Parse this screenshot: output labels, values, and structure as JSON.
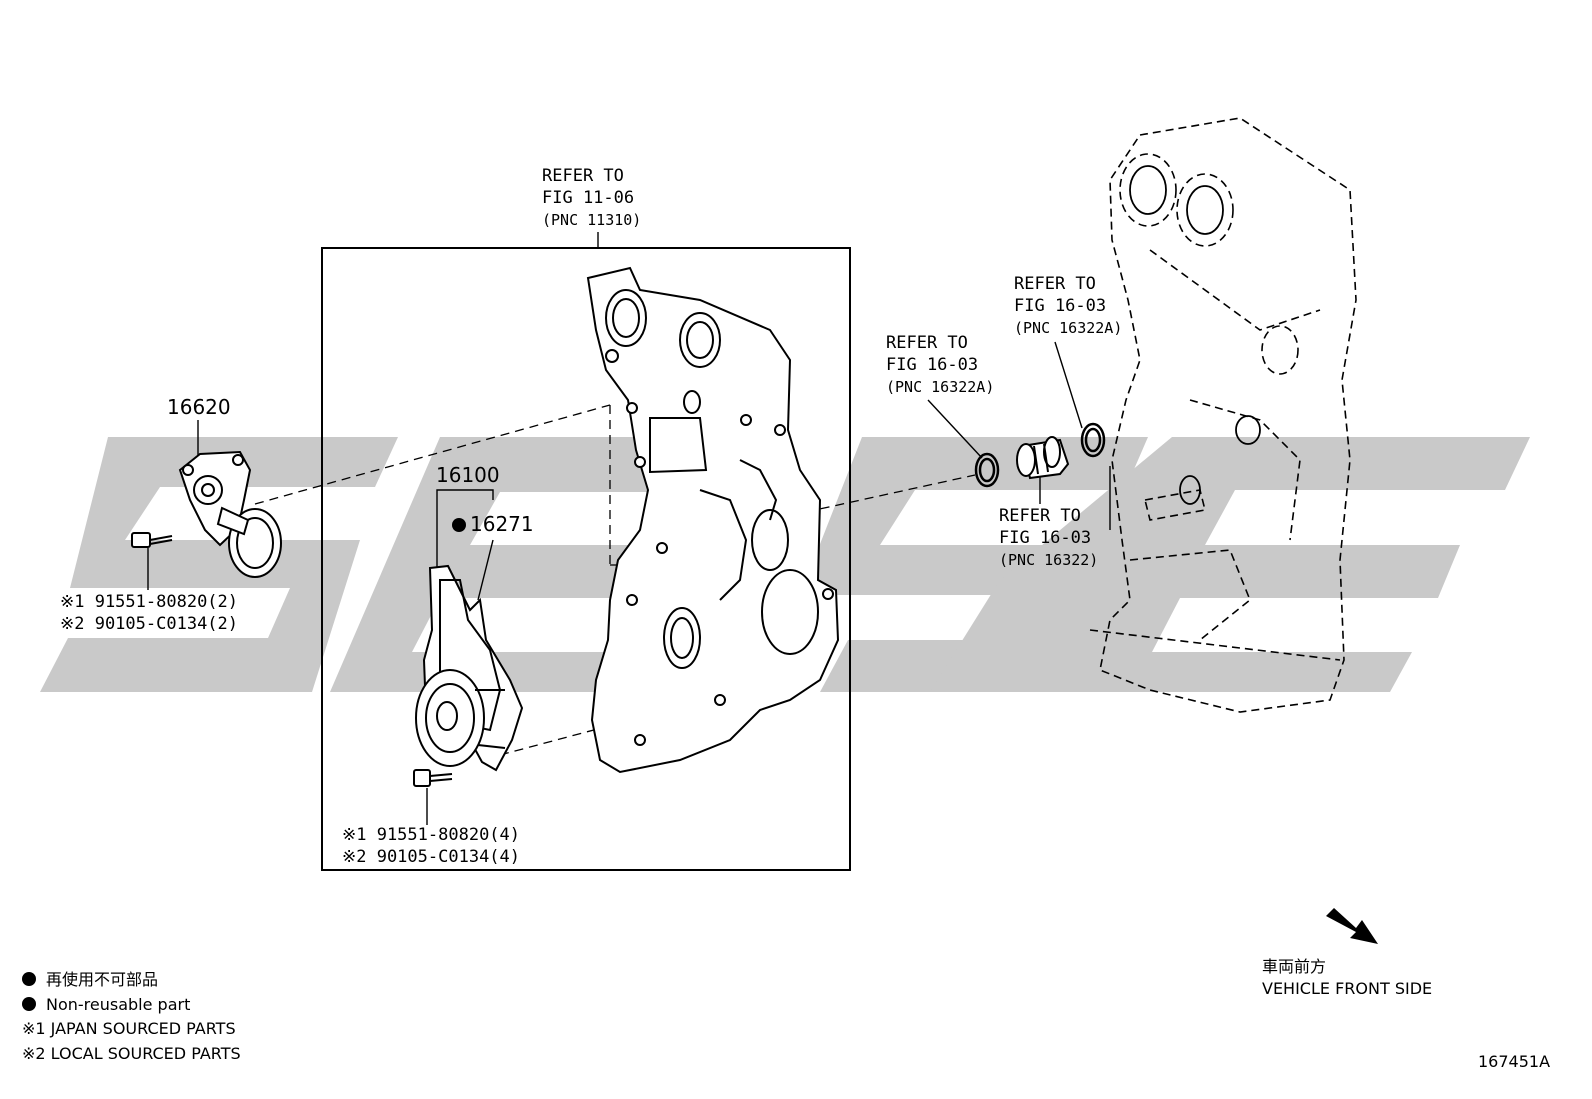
{
  "watermark": {
    "color": "#c8c8c8"
  },
  "parts": {
    "tensioner": "16620",
    "water_pump_assy": "16100",
    "gasket": "16271"
  },
  "refs": {
    "timing_cover": {
      "line1": "REFER TO",
      "line2": "FIG 11-06",
      "line3": "(PNC 11310)"
    },
    "oring_left": {
      "line1": "REFER TO",
      "line2": "FIG 16-03",
      "line3": "(PNC 16322A)"
    },
    "oring_right": {
      "line1": "REFER TO",
      "line2": "FIG 16-03",
      "line3": "(PNC 16322A)"
    },
    "fitting": {
      "line1": "REFER TO",
      "line2": "FIG 16-03",
      "line3": "(PNC 16322)"
    }
  },
  "bolts": {
    "tensioner_bolt_1": "※1 91551-80820(2)",
    "tensioner_bolt_2": "※2 90105-C0134(2)",
    "pump_bolt_1": "※1 91551-80820(4)",
    "pump_bolt_2": "※2 90105-C0134(4)"
  },
  "legend": {
    "non_reusable_jp": "再使用不可部品",
    "non_reusable_en": "Non-reusable part",
    "japan_sourced": "※1 JAPAN SOURCED PARTS",
    "local_sourced": "※2 LOCAL SOURCED PARTS"
  },
  "front_side": {
    "jp": "車両前方",
    "en": "VEHICLE FRONT SIDE",
    "icon": "arrow-down-right-icon"
  },
  "figure_id": "167451A"
}
